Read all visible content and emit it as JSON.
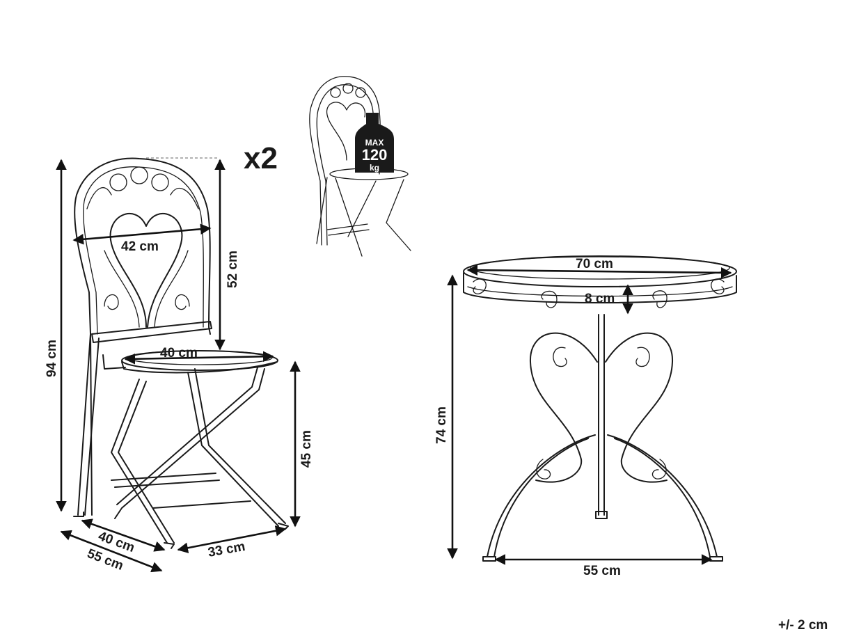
{
  "quantity_label": "x2",
  "badge": {
    "line1": "MAX",
    "line2": "120",
    "line3": "kg"
  },
  "chair": {
    "total_height": "94 cm",
    "backrest_height": "52 cm",
    "backrest_width": "42 cm",
    "seat_diameter": "40 cm",
    "seat_height": "45 cm",
    "depth_inner": "40 cm",
    "depth_outer": "55 cm",
    "width_base": "33 cm"
  },
  "table": {
    "diameter": "70 cm",
    "apron_height": "8 cm",
    "height": "74 cm",
    "base_width": "55 cm"
  },
  "tolerance": "+/- 2 cm",
  "colors": {
    "line": "#1a1a1a",
    "background": "#ffffff"
  }
}
